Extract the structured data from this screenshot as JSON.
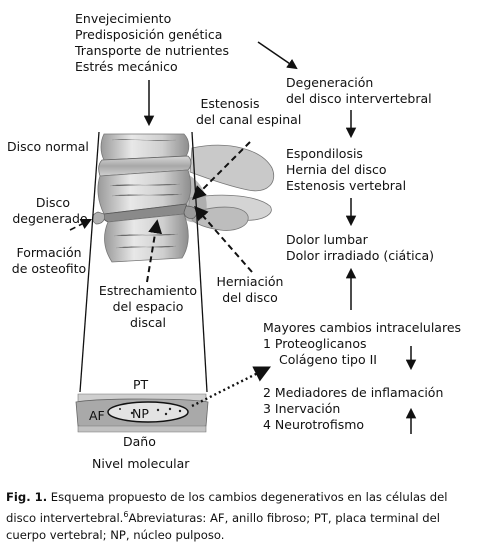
{
  "causes": [
    "Envejecimiento",
    "Predisposición genética",
    "Transporte de nutrientes",
    "Estrés mecánico"
  ],
  "flow": {
    "degeneration": [
      "Degeneración",
      "del disco intervertebral"
    ],
    "conditions": [
      "Espondilosis",
      "Hernia del disco",
      "Estenosis vertebral"
    ],
    "pain": [
      "Dolor lumbar",
      "Dolor irradiado (ciática)"
    ],
    "cellular_title": "Mayores cambios intracelulares",
    "cellular_a": [
      "1 Proteoglicanos",
      "Colágeno tipo II"
    ],
    "cellular_b": [
      "2 Mediadores de inflamación",
      "3 Inervación",
      "4 Neurotrofismo"
    ]
  },
  "labels": {
    "stenosis": [
      "Estenosis",
      "del canal espinal"
    ],
    "normal_disc": "Disco normal",
    "degenerated_disc": [
      "Disco",
      "degenerado"
    ],
    "osteophyte": [
      "Formación",
      "de osteofito"
    ],
    "narrowing": [
      "Estrechamiento",
      "del espacio",
      "discal"
    ],
    "herniation": [
      "Herniación",
      "del disco"
    ],
    "pt": "PT",
    "af": "AF",
    "np": "NP",
    "damage": "Daño",
    "molecular": "Nivel molecular"
  },
  "caption": {
    "label": "Fig. 1.",
    "text": " Esquema propuesto de los cambios degenerativos en las células del disco intervertebral.",
    "ref": "6",
    "abbrev": "Abreviaturas: AF, anillo fibroso; PT, placa terminal del cuerpo vertebral; NP, núcleo pulposo."
  },
  "colors": {
    "bone_light": "#e6e6e6",
    "bone_mid": "#bdbdbd",
    "bone_dark": "#7a7a7a",
    "text": "#111111"
  }
}
